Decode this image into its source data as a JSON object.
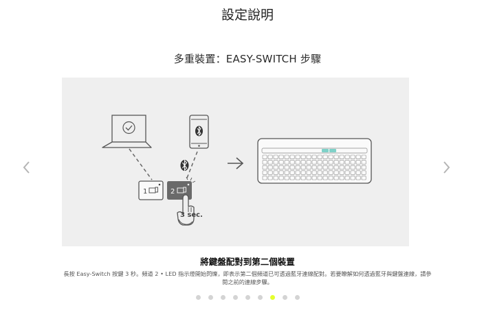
{
  "page": {
    "title": "設定說明"
  },
  "section": {
    "title": "多重裝置：EASY-SWITCH 步驟"
  },
  "illustration": {
    "channel_1": "1",
    "channel_2": "2",
    "hold_time": "3 sec."
  },
  "caption": {
    "title": "將鍵盤配對到第二個裝置",
    "description": "長按 Easy-Switch 按鍵 3 秒。頻道 2 • LED 指示燈開始閃爍，即表示第二個頻道已可透過藍牙連線配對。若要瞭解如何透過藍牙與鍵盤連線，請參閱之前的連線步驟。"
  },
  "carousel": {
    "total": 9,
    "active_index": 6,
    "prev_icon": "chevron-left-icon",
    "next_icon": "chevron-right-icon",
    "active_color": "#e4ff2e"
  }
}
